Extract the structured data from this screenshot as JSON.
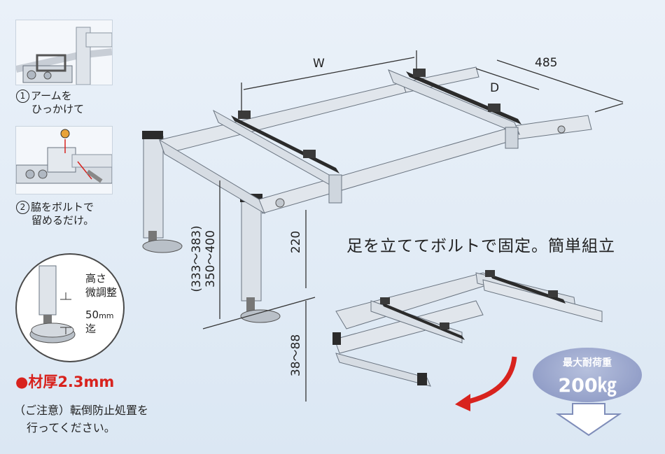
{
  "steps": [
    {
      "number": "1",
      "text": [
        "アームを",
        "ひっかけて"
      ]
    },
    {
      "number": "2",
      "text": [
        "脇をボルトで",
        "留めるだけ。"
      ]
    }
  ],
  "height_adjust": {
    "label": [
      "高さ",
      "微調整"
    ],
    "value": "50",
    "unit": "mm",
    "suffix": "迄"
  },
  "thickness": "●材厚2.3mm",
  "caution": [
    "（ご注意）転倒防止処置を",
    "行ってください。"
  ],
  "headline": "足を立ててボルトで固定。簡単組立",
  "dimensions": {
    "w": "W",
    "d": "D",
    "depth": "485",
    "height_range": "350～400",
    "height_range_alt": "(333～383)",
    "leg": "220",
    "foot": "38～88"
  },
  "load": {
    "label": "最大耐荷重",
    "value": "200㎏"
  },
  "colors": {
    "accent_red": "#d8231e",
    "badge": "#8592c0",
    "arrow": "#d8231e"
  }
}
